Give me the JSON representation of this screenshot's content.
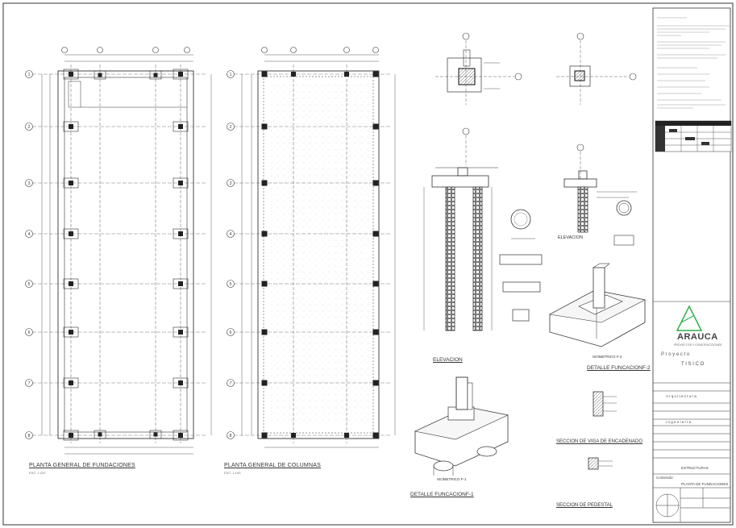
{
  "plan_titles": {
    "foundations": "PLANTA GENERAL DE FUNDACIONES",
    "columns": "PLANTA GENERAL DE COLUMNAS"
  },
  "detail_titles": {
    "elevation": "ELEVACION",
    "elevation_small": "ELEVACION",
    "footing_f1": "DETALLE FUNCACIONF-1",
    "footing_f2": "DETALLE FUNCACIONF-2",
    "tie_beam": "SECCION DE VIGA DE ENCADENADO",
    "pedestal": "SECCION DE PEDESTAL",
    "iso_1": "ISOMETRICO F-1",
    "iso_2": "ISOMETRICO F-2"
  },
  "grid_numbers": [
    "1",
    "2",
    "3",
    "4",
    "5",
    "6",
    "7",
    "8"
  ],
  "logo": {
    "name": "ARAUCA",
    "subtitle": "PROYECTOS Y CONSTRUCCIONES",
    "accent": "#2fae4a"
  },
  "title_block": {
    "project_label": "P r o y e c t o",
    "project_name": "T I S I C O",
    "architecture_label": "A r q u i t e c t u r a",
    "engineering_label": "I n g e n i e r i a",
    "sheet_label": "ESTRUCTURAS",
    "content_label": "Contenido:",
    "content_value": "PLANTA DE FUNDACIONES"
  },
  "colors": {
    "line": "#333333",
    "light": "#888888",
    "table_dark": "#222222"
  }
}
